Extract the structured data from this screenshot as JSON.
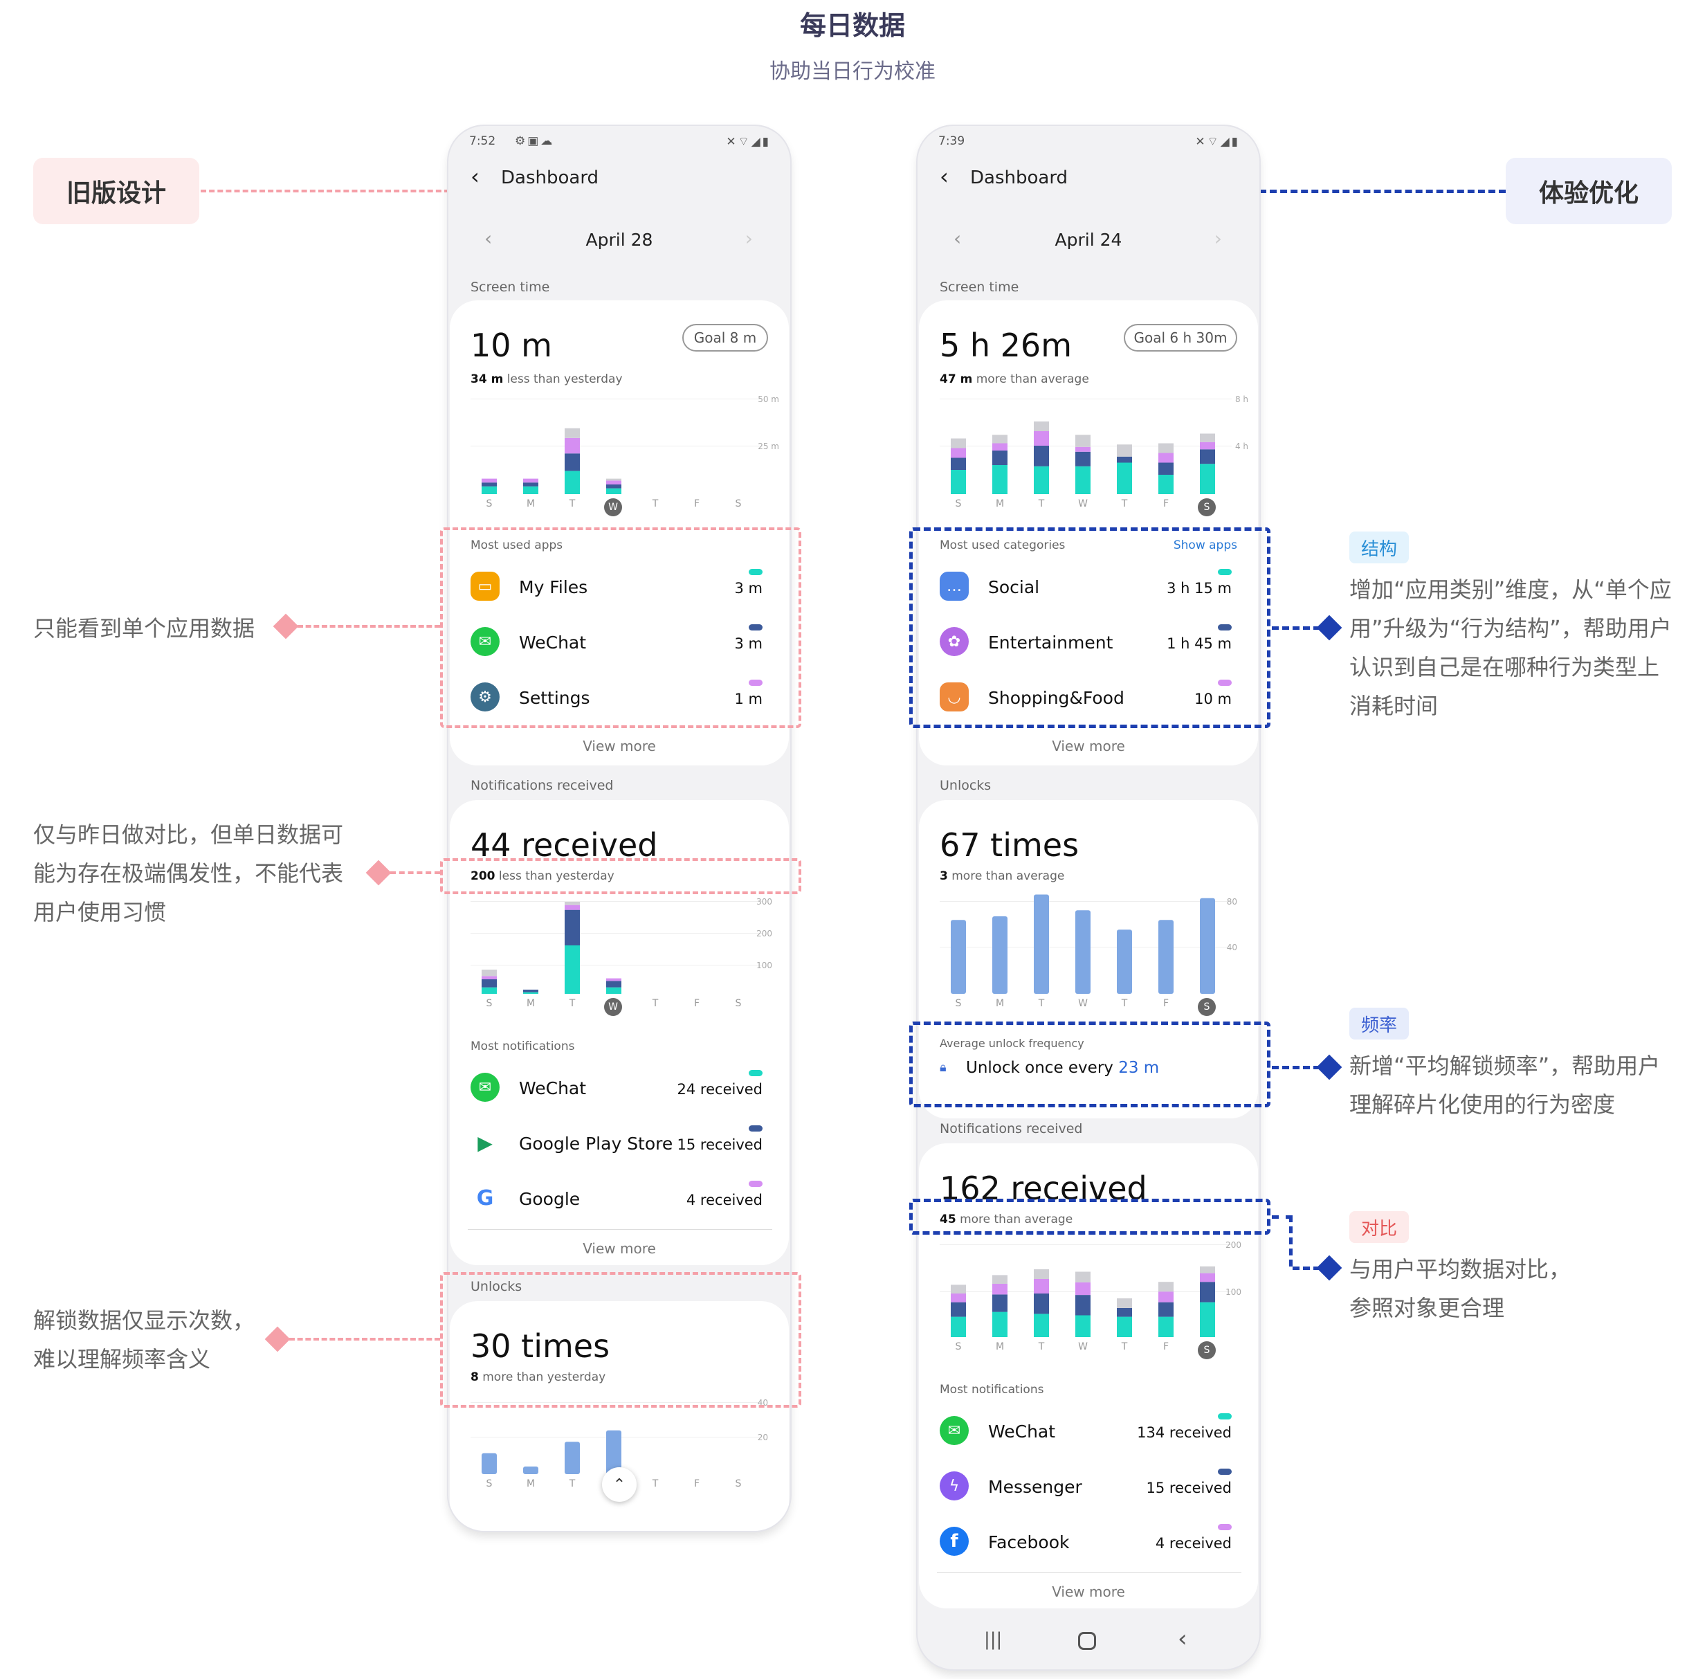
{
  "header": {
    "title": "每日数据",
    "subtitle": "协助当日行为校准"
  },
  "tags": {
    "old": "旧版设计",
    "new": "体验优化"
  },
  "colors": {
    "teal": "#1dd9c4",
    "navy": "#3c5a9a",
    "purple": "#d58ef2",
    "gray": "#cfcfd4",
    "blue_bar": "#7ea7e3",
    "pink_dash": "#f5a0a8",
    "blue_dash": "#1d3fb0"
  },
  "left_notes": {
    "n1": "只能看到单个应用数据",
    "n2": [
      "仅与昨日做对比，但单日数据可",
      "能为存在极端偶发性，不能代表",
      "用户使用习惯"
    ],
    "n3": [
      "解锁数据仅显示次数，",
      "难以理解频率含义"
    ]
  },
  "right_notes": {
    "structure": {
      "tag": "结构",
      "lines": [
        "增加“应用类别”维度，从“单个应",
        "用”升级为“行为结构”，帮助用户",
        "认识到自己是在哪种行为类型上",
        "消耗时间"
      ]
    },
    "frequency": {
      "tag": "频率",
      "lines": [
        "新增“平均解锁频率”，帮助用户",
        "理解碎片化使用的行为密度"
      ]
    },
    "compare": {
      "tag": "对比",
      "lines": [
        "与用户平均数据对比，",
        "参照对象更合理"
      ]
    }
  },
  "old_phone": {
    "time": "7:52",
    "nav_title": "Dashboard",
    "date": "April 28",
    "screen_time_label": "Screen time",
    "screen_time": "10 m",
    "screen_time_sub_bold": "34 m",
    "screen_time_sub": "less than yesterday",
    "goal": "Goal 8 m",
    "axis_top": "50 m",
    "axis_mid": "25 m",
    "days": [
      "S",
      "M",
      "T",
      "W",
      "T",
      "F",
      "S"
    ],
    "most_used_label": "Most used apps",
    "apps": [
      {
        "name": "My Files",
        "value": "3 m",
        "icon": "folder-icon"
      },
      {
        "name": "WeChat",
        "value": "3 m",
        "icon": "wechat-icon"
      },
      {
        "name": "Settings",
        "value": "1 m",
        "icon": "gear-icon"
      }
    ],
    "view_more": "View more",
    "notif_label": "Notifications received",
    "notif_big": "44 received",
    "notif_sub_bold": "200",
    "notif_sub": "less than yesterday",
    "notif_axis": [
      "300",
      "200",
      "100"
    ],
    "most_notif_label": "Most notifications",
    "notifs": [
      {
        "name": "WeChat",
        "value": "24 received",
        "icon": "wechat-icon"
      },
      {
        "name": "Google Play Store",
        "value": "15 received",
        "icon": "play-store-icon"
      },
      {
        "name": "Google",
        "value": "4 received",
        "icon": "google-icon"
      }
    ],
    "view_more2": "View more",
    "unlocks_label": "Unlocks",
    "unlocks_big": "30 times",
    "unlocks_sub_bold": "8",
    "unlocks_sub": "more than yesterday",
    "unlock_axis": [
      "40",
      "20"
    ]
  },
  "new_phone": {
    "time": "7:39",
    "nav_title": "Dashboard",
    "date": "April 24",
    "screen_time_label": "Screen time",
    "screen_time": "5 h 26m",
    "screen_time_sub_bold": "47 m",
    "screen_time_sub": "more than average",
    "goal": "Goal 6 h 30m",
    "axis_top": "8 h",
    "axis_mid": "4 h",
    "days": [
      "S",
      "M",
      "T",
      "W",
      "T",
      "F",
      "S"
    ],
    "most_used_label": "Most used categories",
    "show_apps": "Show apps",
    "cats": [
      {
        "name": "Social",
        "value": "3 h 15 m",
        "icon": "chat-icon"
      },
      {
        "name": "Entertainment",
        "value": "1 h 45 m",
        "icon": "palette-icon"
      },
      {
        "name": "Shopping&Food",
        "value": "10 m",
        "icon": "shopping-bag-icon"
      }
    ],
    "view_more": "View more",
    "unlocks_label": "Unlocks",
    "unlocks_big": "67 times",
    "unlocks_sub_bold": "3",
    "unlocks_sub": "more than average",
    "unlock_axis": [
      "80",
      "40"
    ],
    "avg_freq_label": "Average unlock frequency",
    "avg_freq_text": "Unlock once every",
    "avg_freq_value": "23 m",
    "notif_label": "Notifications received",
    "notif_big": "162 received",
    "notif_sub_bold": "45",
    "notif_sub": "more than average",
    "notif_axis": [
      "200",
      "100"
    ],
    "most_notif_label": "Most notifications",
    "notifs": [
      {
        "name": "WeChat",
        "value": "134 received",
        "icon": "wechat-icon"
      },
      {
        "name": "Messenger",
        "value": "15 received",
        "icon": "messenger-icon"
      },
      {
        "name": "Facebook",
        "value": "4 received",
        "icon": "facebook-icon"
      }
    ],
    "view_more2": "View more"
  },
  "chart_data": [
    {
      "type": "bar",
      "title": "Screen time (old)",
      "categories": [
        "S",
        "M",
        "T",
        "W",
        "T",
        "F",
        "S"
      ],
      "ylim": [
        0,
        50
      ],
      "unit": "m",
      "series": [
        {
          "values": [
            4,
            4,
            12,
            3,
            0,
            0,
            0
          ]
        },
        {
          "values": [
            2,
            2,
            9,
            2,
            0,
            0,
            0
          ]
        },
        {
          "values": [
            2,
            2,
            8,
            2,
            0,
            0,
            0
          ]
        },
        {
          "values": [
            0,
            0,
            5,
            1,
            0,
            0,
            0
          ]
        }
      ]
    },
    {
      "type": "bar",
      "title": "Notifications (old)",
      "categories": [
        "S",
        "M",
        "T",
        "W",
        "T",
        "F",
        "S"
      ],
      "ylim": [
        0,
        300
      ],
      "series": [
        {
          "values": [
            20,
            5,
            150,
            20,
            0,
            0,
            0
          ]
        },
        {
          "values": [
            25,
            8,
            110,
            20,
            0,
            0,
            0
          ]
        },
        {
          "values": [
            10,
            0,
            15,
            8,
            0,
            0,
            0
          ]
        },
        {
          "values": [
            20,
            0,
            10,
            0,
            0,
            0,
            0
          ]
        }
      ]
    },
    {
      "type": "bar",
      "title": "Unlocks (old)",
      "categories": [
        "S",
        "M",
        "T",
        "W",
        "T",
        "F",
        "S"
      ],
      "ylim": [
        0,
        40
      ],
      "values": [
        11,
        4,
        17,
        23,
        0,
        0,
        0
      ]
    },
    {
      "type": "bar",
      "title": "Screen time (new)",
      "categories": [
        "S",
        "M",
        "T",
        "W",
        "T",
        "F",
        "S"
      ],
      "ylim": [
        0,
        8
      ],
      "unit": "h",
      "series": [
        {
          "values": [
            2.0,
            2.4,
            2.3,
            2.3,
            2.6,
            1.6,
            2.5
          ]
        },
        {
          "values": [
            1.0,
            1.2,
            1.7,
            1.2,
            0.5,
            1.0,
            1.2
          ]
        },
        {
          "values": [
            0.8,
            0.6,
            1.2,
            0.4,
            0,
            0.8,
            0.6
          ]
        },
        {
          "values": [
            0.8,
            0.7,
            0.8,
            1.0,
            1.0,
            0.8,
            0.7
          ]
        }
      ]
    },
    {
      "type": "bar",
      "title": "Unlocks (new)",
      "categories": [
        "S",
        "M",
        "T",
        "W",
        "T",
        "F",
        "S"
      ],
      "ylim": [
        0,
        80
      ],
      "values": [
        61,
        64,
        82,
        69,
        53,
        61,
        79
      ]
    },
    {
      "type": "bar",
      "title": "Notifications (new)",
      "categories": [
        "S",
        "M",
        "T",
        "W",
        "T",
        "F",
        "S"
      ],
      "ylim": [
        0,
        200
      ],
      "series": [
        {
          "values": [
            42,
            52,
            48,
            45,
            42,
            42,
            72
          ]
        },
        {
          "values": [
            30,
            36,
            42,
            42,
            18,
            30,
            42
          ]
        },
        {
          "values": [
            18,
            22,
            30,
            26,
            0,
            22,
            18
          ]
        },
        {
          "values": [
            18,
            18,
            20,
            22,
            20,
            20,
            14
          ]
        }
      ]
    }
  ]
}
